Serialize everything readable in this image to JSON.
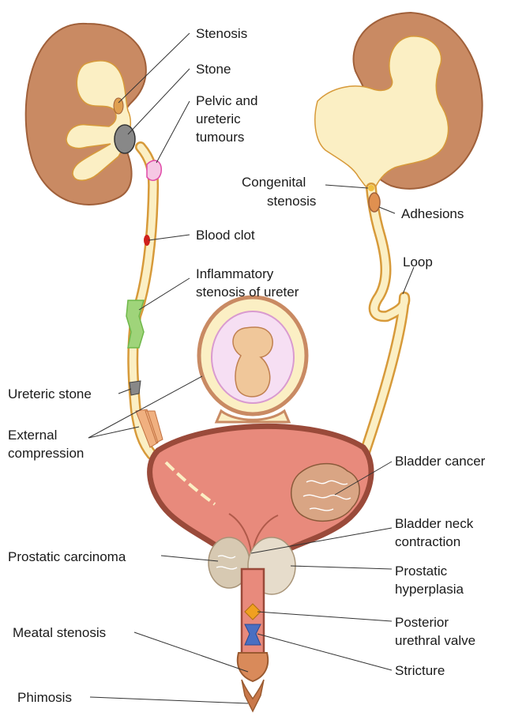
{
  "labels": {
    "stenosis": "Stenosis",
    "stone": "Stone",
    "pelvic_1": "Pelvic and",
    "pelvic_2": "ureteric",
    "pelvic_3": "tumours",
    "blood_clot": "Blood clot",
    "inflam_1": "Inflammatory",
    "inflam_2": "stenosis of ureter",
    "ureteric_stone": "Ureteric stone",
    "external_1": "External",
    "external_2": "compression",
    "congenital_1": "Congenital",
    "congenital_2": "stenosis",
    "adhesions": "Adhesions",
    "loop": "Loop",
    "bladder_cancer": "Bladder cancer",
    "neck_1": "Bladder neck",
    "neck_2": "contraction",
    "prostatic_carcinoma": "Prostatic carcinoma",
    "hyperplasia_1": "Prostatic",
    "hyperplasia_2": "hyperplasia",
    "valve_1": "Posterior",
    "valve_2": "urethral valve",
    "meatal_stenosis": "Meatal stenosis",
    "stricture": "Stricture",
    "phimosis": "Phimosis"
  },
  "colors": {
    "kidney_cortex": "#c98a63",
    "kidney_outline": "#a0603a",
    "collecting_system": "#fbefc4",
    "collecting_outline": "#d79a3a",
    "bladder_fill": "#e88a7c",
    "bladder_wall": "#9a4a3a",
    "stone": "#888888",
    "tumour_pink": "#e04aa8",
    "clot_red": "#d0201c",
    "inflam_green": "#6fb84a",
    "prostate": "#e6dccb",
    "cancer_tissue": "#d9a584",
    "valve_orange": "#f0a020",
    "stricture_blue": "#4a6fc2"
  }
}
